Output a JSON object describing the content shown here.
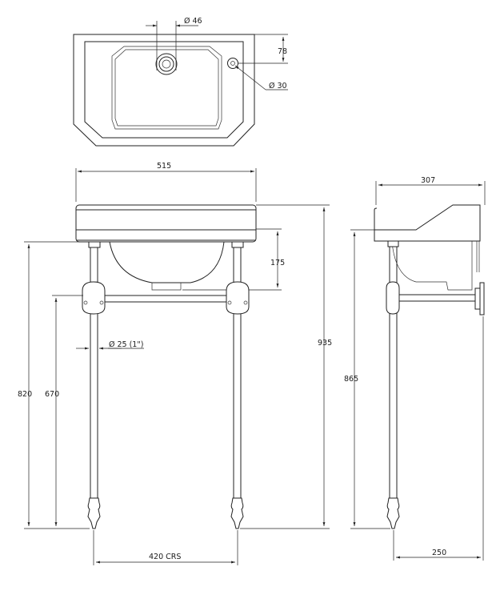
{
  "dimensions": {
    "waste_hole": "Ø 46",
    "tap_offset": "78",
    "tap_hole": "Ø 30",
    "overall_width": "515",
    "basin_depth": "175",
    "leg_diameter": "Ø 25 (1\")",
    "rail_height": "670",
    "rim_height": "820",
    "overall_height": "935",
    "leg_centres": "420 CRS",
    "side_depth": "307",
    "side_height": "865",
    "wall_to_leg": "250"
  }
}
